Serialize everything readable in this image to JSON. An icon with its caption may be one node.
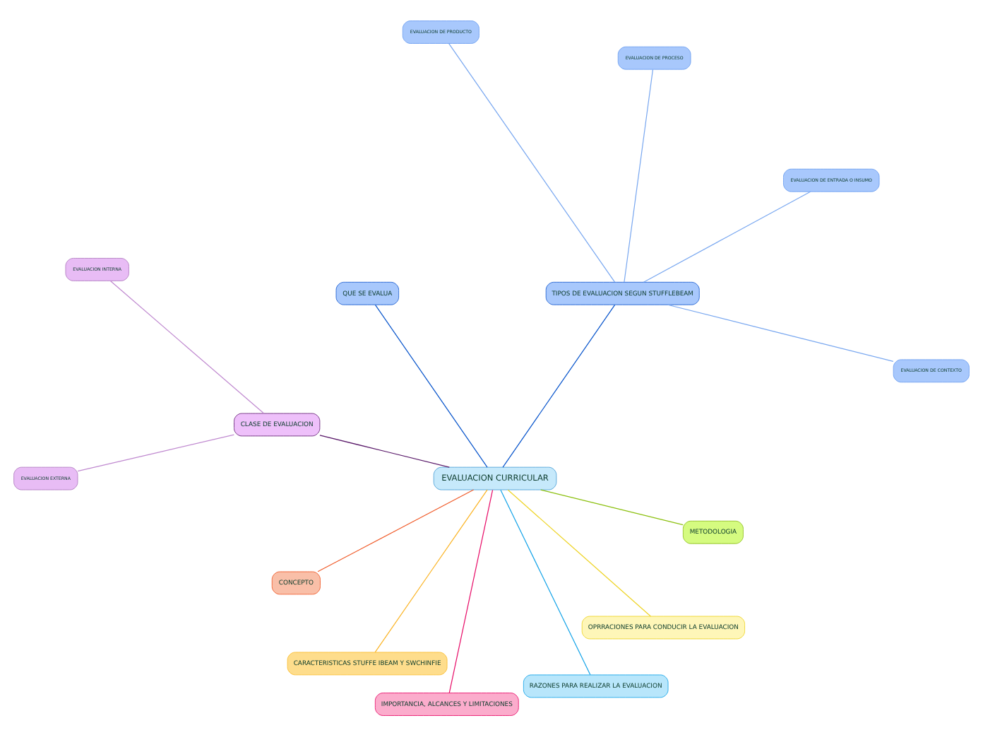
{
  "diagram": {
    "nodes": [
      {
        "text": [
          "TIPOS DE EVALUACION SEGUN STUFFLEBEAM"
        ]
      },
      {
        "text": [
          "EVALUACION DE CONTEXTO"
        ]
      },
      {
        "text": [
          "EVALUACION DE ENTRADA O INSUMO"
        ]
      },
      {
        "text": [
          "EVALUACION DE PROCESO"
        ]
      },
      {
        "text": [
          "EVALUACION DE PRODUCTO"
        ]
      },
      {
        "text": [
          "QUE SE EVALUA"
        ]
      },
      {
        "text": [
          "CLASE DE EVALUACION"
        ]
      },
      {
        "text": [
          "EVALUACION INTERNA"
        ]
      },
      {
        "text": [
          "EVALUACION EXTERNA"
        ]
      },
      {
        "text": [
          "CONCEPTO"
        ]
      },
      {
        "text": [
          "EVALUACION CURRICULAR"
        ]
      },
      {
        "text": [
          "CARACTERISTICAS STUFFE IBEAM Y SWCHINFIE"
        ]
      },
      {
        "text": [
          "IMPORTANCIA, ALCANCES Y LIMITACIONES"
        ]
      },
      {
        "text": [
          "RAZONES PARA REALIZAR LA EVALUACION"
        ]
      },
      {
        "text": [
          "OPRRACIONES PARA CONDUCIR LA EVALUACION"
        ]
      },
      {
        "text": [
          "METODOLOGIA"
        ]
      }
    ],
    "edges": [
      {
        "from": 10,
        "to": 0,
        "arrow": "none",
        "color": "#0a56cc"
      },
      {
        "from": 0,
        "to": 1,
        "arrow": "none",
        "color": "#7aa8f0"
      },
      {
        "from": 0,
        "to": 2,
        "arrow": "none",
        "color": "#7aa8f0"
      },
      {
        "from": 0,
        "to": 3,
        "arrow": "none",
        "color": "#7aa8f0"
      },
      {
        "from": 0,
        "to": 4,
        "arrow": "none",
        "color": "#7aa8f0"
      },
      {
        "from": 10,
        "to": 5,
        "arrow": "none",
        "color": "#0a56cc"
      },
      {
        "from": 10,
        "to": 6,
        "arrow": "none",
        "color": "#5a1a6a"
      },
      {
        "from": 6,
        "to": 7,
        "arrow": "none",
        "color": "#c08ad0"
      },
      {
        "from": 6,
        "to": 8,
        "arrow": "none",
        "color": "#c08ad0"
      },
      {
        "from": 10,
        "to": 9,
        "arrow": "none",
        "color": "#f05a28"
      },
      {
        "from": 10,
        "to": 11,
        "arrow": "none",
        "color": "#fbb424"
      },
      {
        "from": 10,
        "to": 12,
        "arrow": "none",
        "color": "#e8106a"
      },
      {
        "from": 10,
        "to": 13,
        "arrow": "none",
        "color": "#16a4e8"
      },
      {
        "from": 10,
        "to": 14,
        "arrow": "none",
        "color": "#eed428"
      },
      {
        "from": 10,
        "to": 15,
        "arrow": "none",
        "color": "#8cc010"
      }
    ]
  }
}
